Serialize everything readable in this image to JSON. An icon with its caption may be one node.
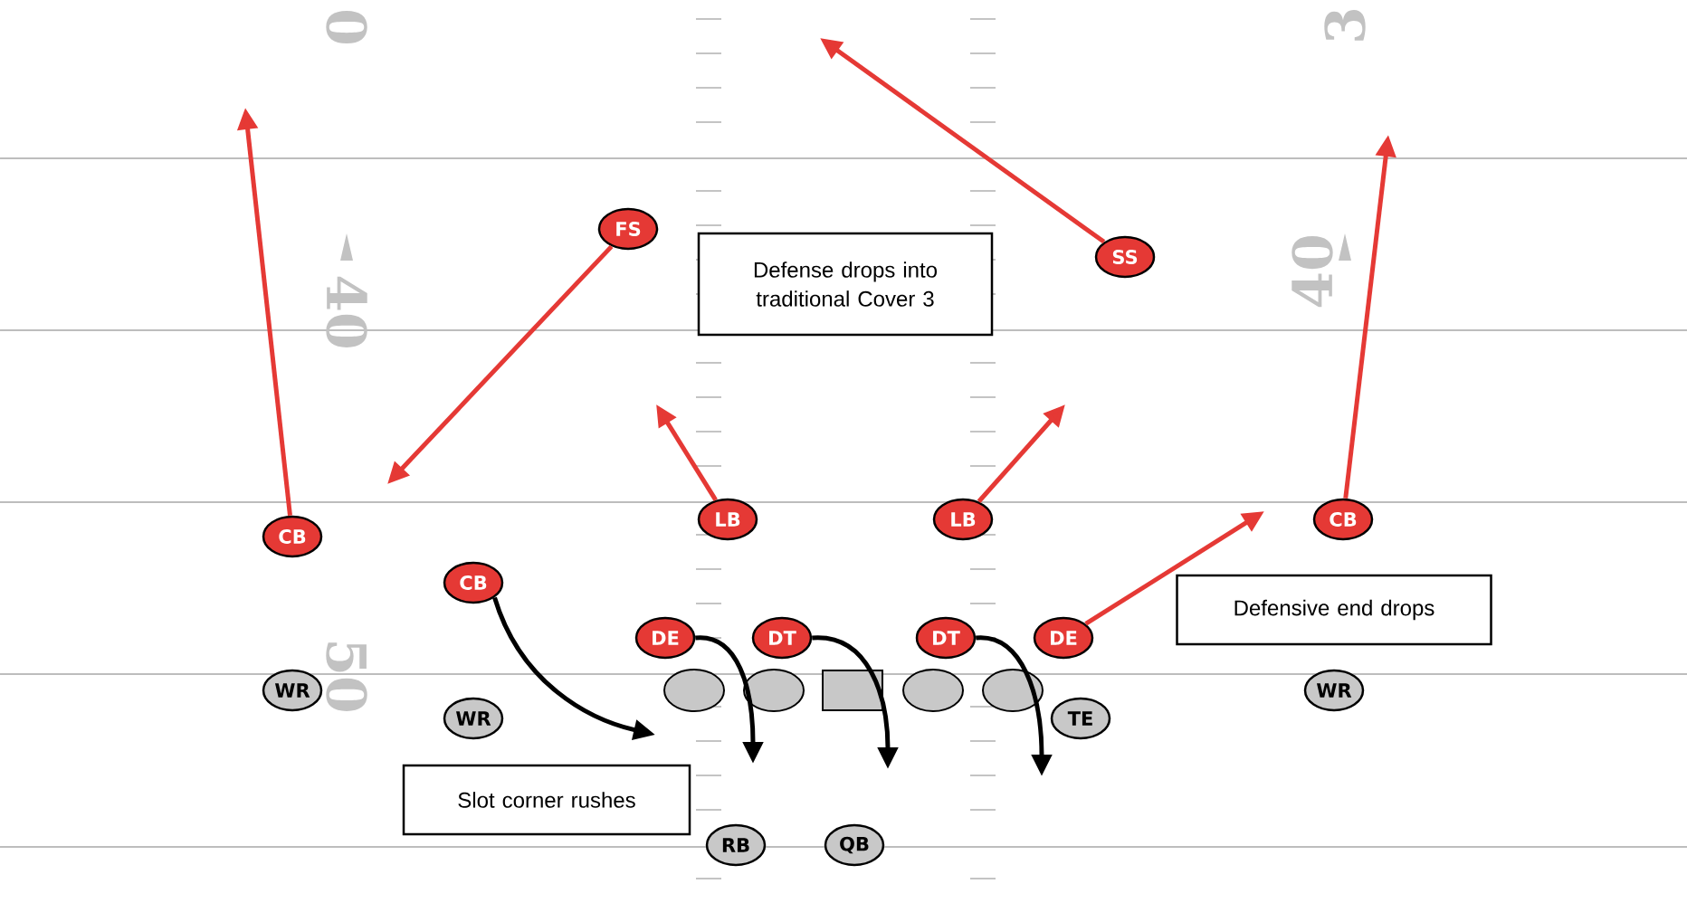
{
  "diagram": {
    "nodes": [
      {
        "text": [
          "FS"
        ]
      },
      {
        "text": [
          "Defense drops into traditional Cover 3"
        ]
      },
      {
        "text": [
          "SS"
        ]
      },
      {
        "text": [
          "LB"
        ]
      },
      {
        "text": [
          "LB"
        ]
      },
      {
        "text": [
          "CB"
        ]
      },
      {
        "text": [
          "CB"
        ]
      },
      {
        "text": [
          "Defensive end drops"
        ]
      },
      {
        "text": [
          "CB"
        ]
      },
      {
        "text": [
          "DE"
        ]
      },
      {
        "text": [
          "DT"
        ]
      },
      {
        "text": [
          "DT"
        ]
      },
      {
        "text": [
          "DE"
        ]
      },
      {
        "text": [
          "WR"
        ]
      },
      {
        "text": [],
        "shape": "circle"
      },
      {
        "text": [],
        "shape": "circle"
      },
      {
        "text": [],
        "shape": "box"
      },
      {
        "text": [],
        "shape": "circle"
      },
      {
        "text": [],
        "shape": "circle"
      },
      {
        "text": [
          "WR"
        ]
      },
      {
        "text": [
          "WR"
        ]
      },
      {
        "text": [
          "TE"
        ]
      },
      {
        "text": [
          "Slot corner rushes"
        ]
      },
      {
        "text": [
          "RB"
        ]
      },
      {
        "text": [
          "QB"
        ]
      }
    ],
    "edges": [
      {
        "from": 6,
        "to": null,
        "arrow": "to"
      },
      {
        "from": 0,
        "to": null,
        "arrow": "to"
      },
      {
        "from": 2,
        "to": null,
        "arrow": "to"
      },
      {
        "from": 3,
        "to": null,
        "arrow": "to"
      },
      {
        "from": 4,
        "to": null,
        "arrow": "to"
      },
      {
        "from": 5,
        "to": null,
        "arrow": "to"
      },
      {
        "from": 12,
        "to": null,
        "arrow": "to"
      },
      {
        "from": 8,
        "to": null,
        "arrow": "to",
        "color": "#000000"
      },
      {
        "from": 9,
        "to": null,
        "arrow": "to",
        "color": "#000000"
      },
      {
        "from": 10,
        "to": null,
        "arrow": "to",
        "color": "#000000"
      },
      {
        "from": 11,
        "to": null,
        "arrow": "to",
        "color": "#000000"
      }
    ],
    "labels": [
      "0",
      "40",
      "50",
      "3",
      "40"
    ]
  }
}
